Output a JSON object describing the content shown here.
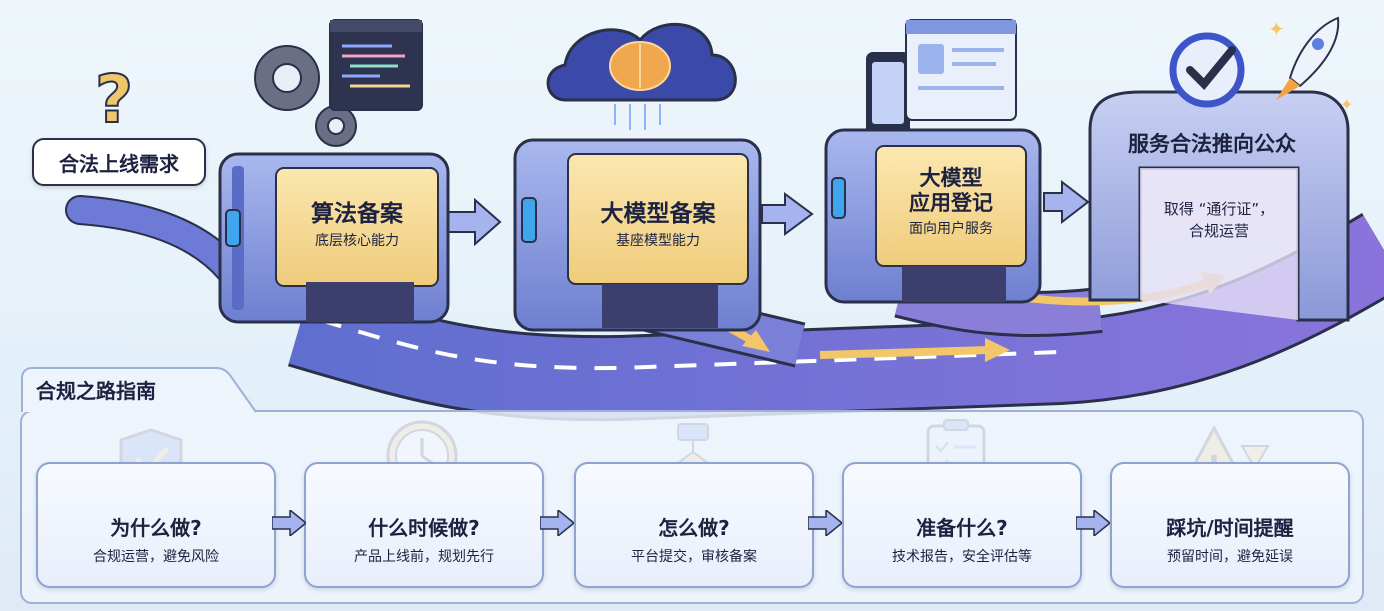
{
  "start_bubble": "合法上线需求",
  "gates": [
    {
      "title": "算法备案",
      "subtitle": "底层核心能力"
    },
    {
      "title": "大模型备案",
      "subtitle": "基座模型能力"
    },
    {
      "title_line1": "大模型",
      "title_line2": "应用登记",
      "subtitle": "面向用户服务"
    }
  ],
  "final_arch": {
    "title": "服务合法推向公众",
    "sub_line1": "取得 “通行证”，",
    "sub_line2": "合规运营"
  },
  "guide": {
    "heading": "合规之路指南",
    "cards": [
      {
        "icon": "shield-check-icon",
        "title": "为什么做?",
        "subtitle": "合规运营，避免风险"
      },
      {
        "icon": "clock-icon",
        "title": "什么时候做?",
        "subtitle": "产品上线前，规划先行"
      },
      {
        "icon": "flowchart-icon",
        "title": "怎么做?",
        "subtitle": "平台提交，审核备案"
      },
      {
        "icon": "checklist-icon",
        "title": "准备什么?",
        "subtitle": "技术报告，安全评估等"
      },
      {
        "icon": "warning-hourglass-icon",
        "title": "踩坑/时间提醒",
        "subtitle": "预留时间，避免延误"
      }
    ]
  },
  "colors": {
    "gold": "#f2d68f",
    "purple": "#7b6fd6",
    "navy": "#2a2f4a",
    "blue": "#5d7fe0"
  }
}
